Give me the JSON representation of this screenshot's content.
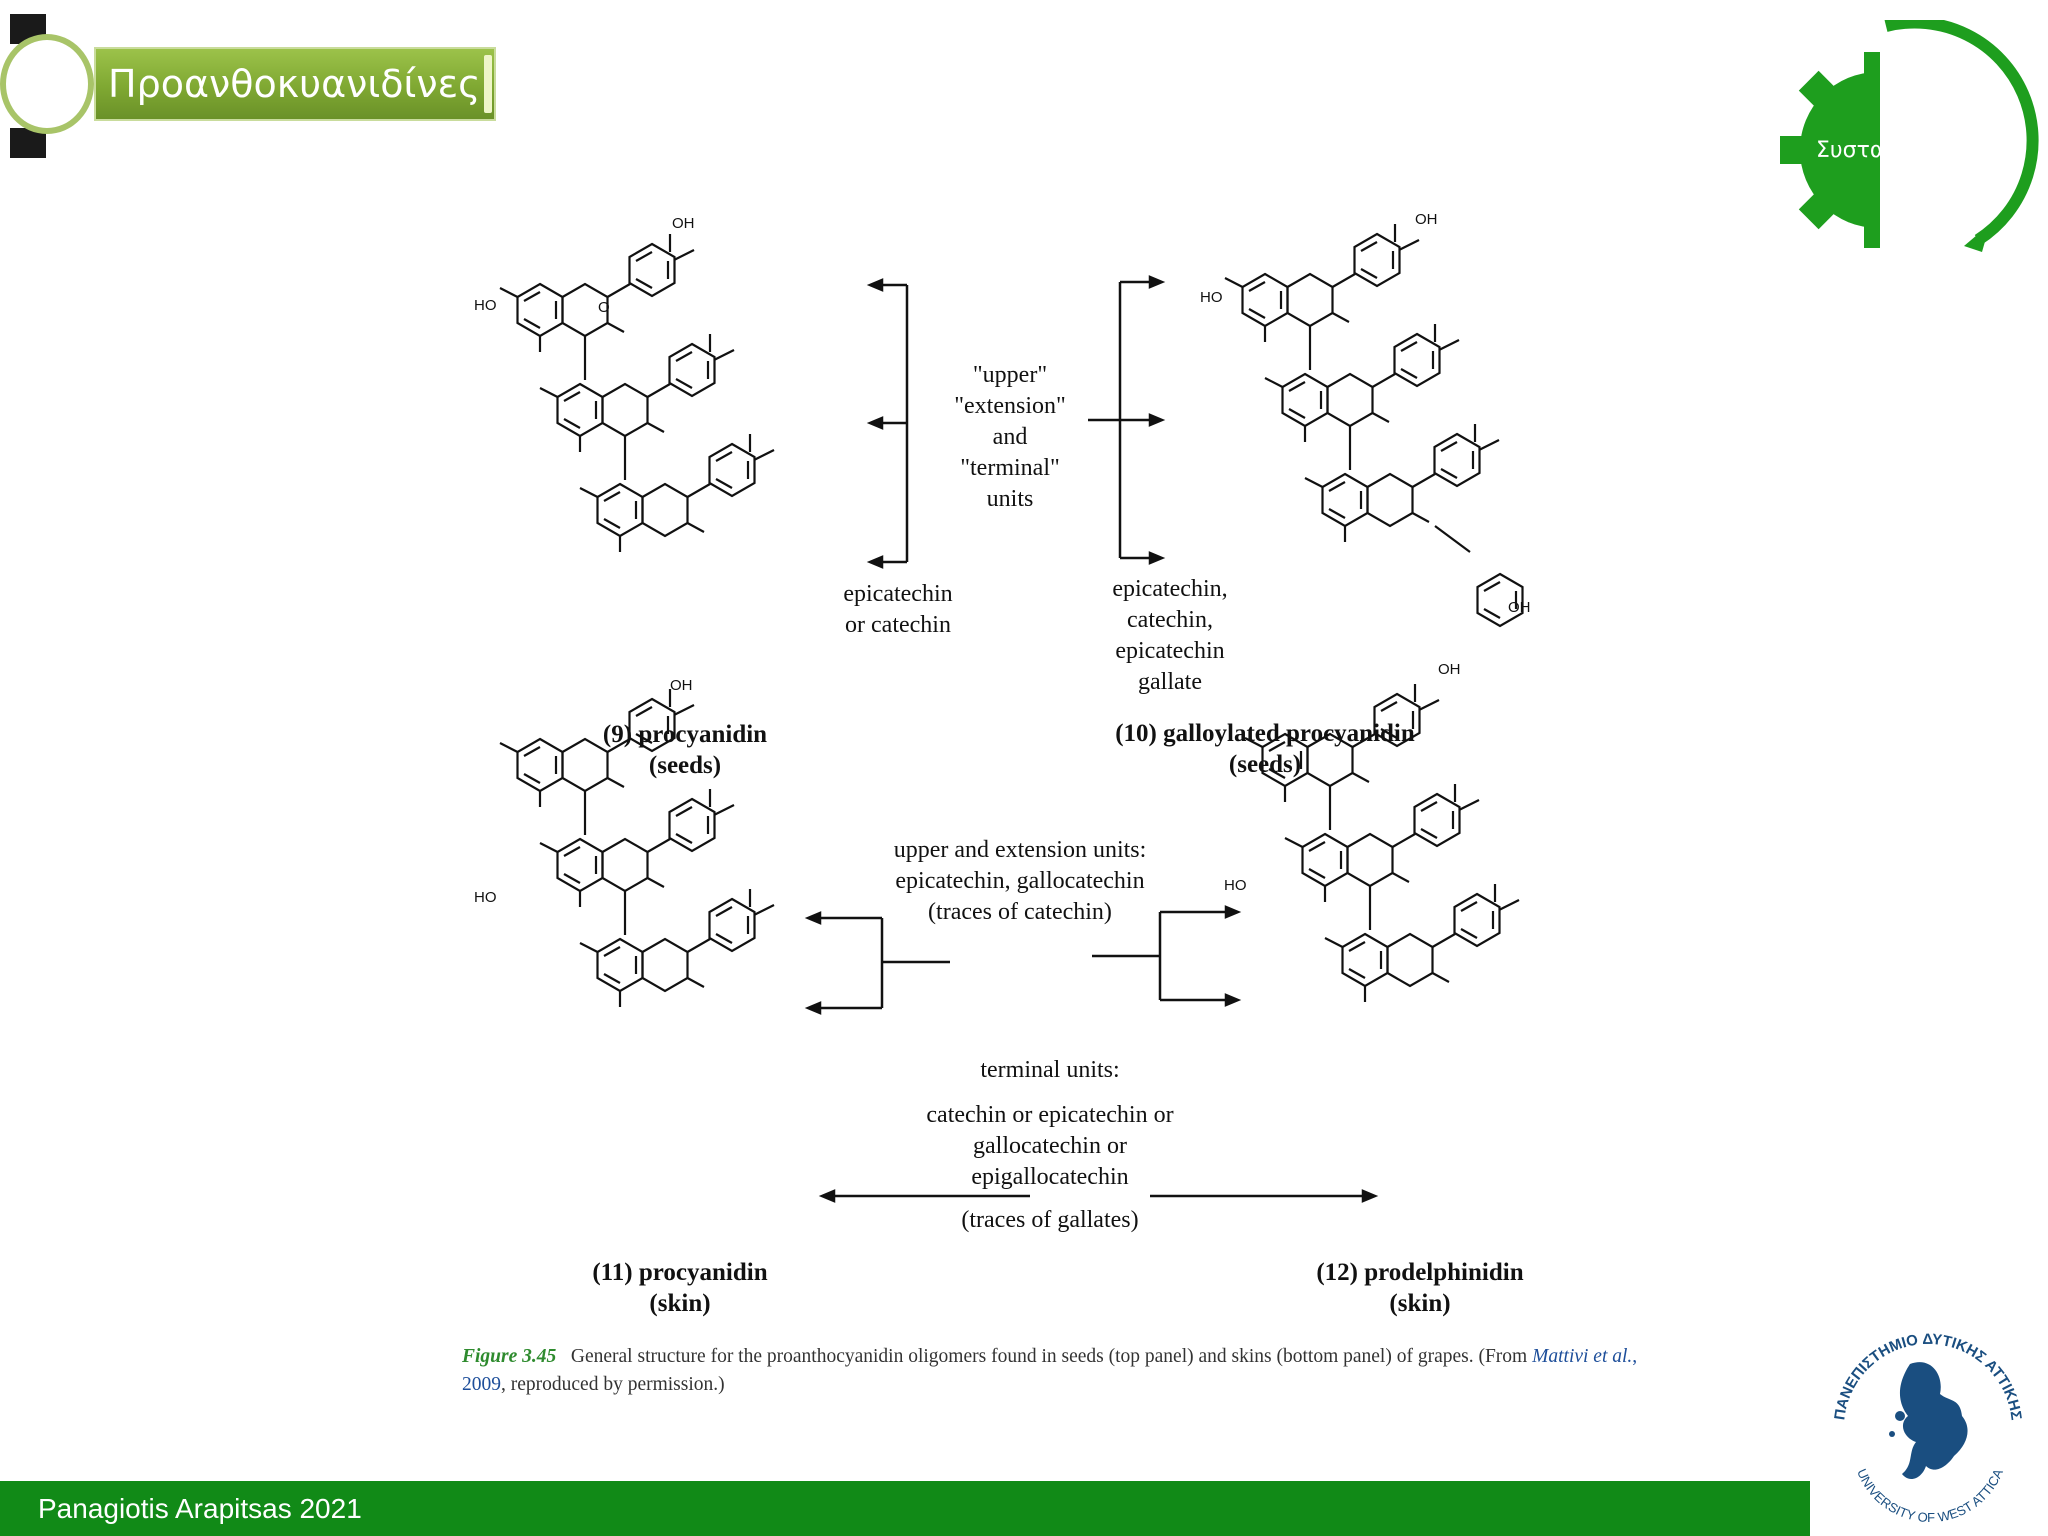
{
  "slide": {
    "title": "Προανθοκυανιδίνες",
    "nav_label": "Συστα",
    "footer": "Panagiotis Arapitsas 2021",
    "colors": {
      "footer_green": "#118a17",
      "title_green": "#7fa832",
      "gear_green": "#1e9e1e"
    }
  },
  "figure": {
    "top_middle": {
      "line1": "\"upper\"",
      "line2": "\"extension\"",
      "line3": "and",
      "line4": "\"terminal\"",
      "line5": "units"
    },
    "top_left_units": {
      "line1": "epicatechin",
      "line2": "or catechin"
    },
    "top_right_units": {
      "line1": "epicatechin,",
      "line2": "catechin,",
      "line3": "epicatechin",
      "line4": "gallate"
    },
    "label_9": {
      "line1": "(9) procyanidin",
      "line2": "(seeds)"
    },
    "label_10": {
      "line1": "(10) galloylated procyanidin",
      "line2": "(seeds)"
    },
    "bottom_upper": {
      "line1": "upper and extension units:",
      "line2": "epicatechin, gallocatechin",
      "line3": "(traces of catechin)"
    },
    "bottom_terminal": {
      "line1": "terminal units:",
      "line2": "catechin or epicatechin or",
      "line3": "gallocatechin or",
      "line4": "epigallocatechin",
      "line5": "(traces of gallates)"
    },
    "label_11": {
      "line1": "(11) procyanidin",
      "line2": "(skin)"
    },
    "label_12": {
      "line1": "(12) prodelphinidin",
      "line2": "(skin)"
    },
    "atom_labels": {
      "oh": "OH",
      "ho": "HO",
      "o": "O"
    },
    "caption": {
      "fig_number": "Figure 3.45",
      "text_a": "General structure for the proanthocyanidin oligomers found in seeds (top panel) and skins (bottom panel) of grapes. (From ",
      "ref_author": "Mattivi et al.",
      "text_b": ", ",
      "ref_year": "2009",
      "text_c": ", reproduced by permission.)"
    }
  },
  "logo": {
    "text_top": "ΠΑΝΕΠΙΣΤΗΜΙΟ ΔΥΤΙΚΗΣ ΑΤΤΙΚΗΣ",
    "text_bottom": "UNIVERSITY OF WEST ATTICA",
    "color": "#1a4e80"
  }
}
